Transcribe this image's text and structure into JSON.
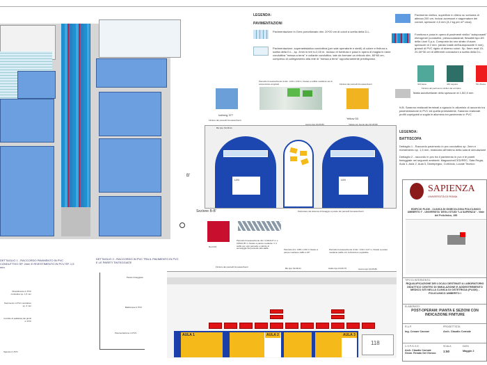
{
  "colors": {
    "room": "#6c9fe0",
    "wall": "#d6d6d6",
    "arch_blue": "#1c47b0",
    "panel_red": "#e01414",
    "yellow": "#f5b91a"
  },
  "plan": {
    "section_mark": "B'",
    "north_icon": "north-arrow-icon"
  },
  "legend": {
    "title": "LEGENDA:",
    "subtitle": "PAVIMENTAZIONI",
    "items": [
      "Pavimentazione in Gres porcellanato dim. 20*20 cm di colori a scelta della D.L.",
      "Pavimentazione, superantistatica conduttiva (per sale operatorie e simili) di colore e finitura a scelta della D.L., sp. 2mm in teli h=2,00 m. Incluso di fornitura e posa in opera di maglia in rame conduttiva \"messa a terra\" e collante conduttivo, tale da formare un reticolo dim. 60*60 cm, compreso di collegamento alla rete di \"messa a terra\" opportunamente predisposta."
    ],
    "right_items": [
      "Pavimento vinilico, superficie in rilievo su schiuma di altezza 200 cm, inclusi accessori e sagomature dei cordoli, spessore 4,5 mm (3,2 kg per m² circa)",
      "Fornitura e posa in opera di pavimenti vinilici \"autoposanti\" eterogenei (conduttivi, pressocalandrati, flessibili tipo AS della Liuni S.p.a. Composto da uno strato d'usura spessore di 2 mm. (strato totale dell'autoposante 5 mm), granuli di PVC rigido di diverso colori. Sp. 5mm reali 15-20-30*30 cm di differenti colorazioni a scelta della D.L."
    ],
    "swatches": [
      "414 Aqua",
      "410 Laguna",
      "521 Rosso"
    ],
    "swatch_caption": "Finitura del pavimento vinilico del corridoio",
    "grey_item": "Malta autolivellante dello spessore di 1,5/2,5 mm",
    "note": "N.B. Saranno realizzati terminali a sguscio in alluminio di raccordo tra pavimentazione in PVC ed quella preesistente. Saranno realizzati profili copriguinti a soglia in alluminio tra pavimento in PVC"
  },
  "battiscopa": {
    "title": "LEGENDA:",
    "subtitle": "BATTISCOPA",
    "items": [
      "Dettaglio 1 - Raccordo pavimento in pvc conduttivo sp. 2mm e rivestimento sp. 1,5 mm, realizzato all'interno della sala di simulazione",
      "Dettaglio 2 - raccordo in pvc tra il pavimento in pvc e le pareti tinteggiate nei seguenti ambienti: Magazzino/CED/REC, Sala Regia, Aula 1, Aula 2, Aula 3, Disimpegno, Corridoio, Locale Tecnico"
    ]
  },
  "section": {
    "title": "Sezione B-B'",
    "swatches": {
      "blue": "Iceberg 377",
      "yellow": "Yellow 53",
      "red": "Red 231"
    },
    "labels": {
      "finish": "Finiture dei pannelli fonoassorbenti",
      "panel_top": "Pannello fonoassorbente di dim. 0,60 x 0,60 m, fissato a soffitto mediante set di sospensione angolato",
      "finish2": "Finitura dei pannelli fonoassorbenti",
      "blu": "Blu tipo S0.48.41",
      "avorio": "Avorio tipo F0.05.80",
      "yellow_wall": "Yellow col. Avorio tipo F0.05.80",
      "fixing": "Particolare del sistema di fissaggio a parete dei pannelli fonoassorbenti",
      "lim": "LIM"
    },
    "panels": [
      "Pannello fonoassorbente dim. 0,90x0,27 m e 0,89x0,05 m, fissato a parete mediante n° 2 staffe per ogni pannello e calcolo di ancoraggio del pannello alla staffa.",
      "Pannello dim. 0,88 x 0,50 m fissato a parete mediante staffe a 90°",
      "Pannello fonoassorbente di dim. 0,90 x 0,27 m, fissato a parete mediante staffe con inclinazione regolabile"
    ]
  },
  "elevation": {
    "finish": "Finitura dei pannelli fonoassorbenti",
    "blu": "Blu tipo S0.48.41",
    "giallo": "Giallo tipo F0.05.75",
    "avorio": "Avorio tipo F0.05.80",
    "rooms": [
      "AULA 1",
      "AULA 2",
      "AULA 3"
    ],
    "ambulance": "118"
  },
  "details": {
    "d1_title": "DETTAGLIO 1 - RACCORDO PAVIMENTO IN PVC CONDUTTIVO SP. 2mm E RIVESTIMENTO IN PCV SP. 1,5 mm",
    "d1_labels": [
      "Rivestimento in PVC conduttivo sp. 1,5 mm",
      "Pavimento in PVC conduttivo sp. 2 mm",
      "Cordolo di saldatura dei giunti in PVC",
      "Sguscio in PVC"
    ],
    "d2_title": "DETTAGLIO 2 - RACCORDO IN PVC TRA IL PAVIMENTO IN PVC E LE PARETI TINTEGGIATE",
    "d2_labels": [
      "Parete tinteggiata",
      "Battiscopa in PVC",
      "Pavimentazione in PVC"
    ]
  },
  "titleblock": {
    "logo": "SAPIENZA",
    "logo_sub": "UNIVERSITÀ DI ROMA",
    "building": "EDIFICIO PL030 - CLINICA DI GINECOLOGIA POLICLINICO UMBERTO I° - UNIVERSITA' DEGLI STUDI \"LA SAPIENZA\" - Viale del Policlinico, 155",
    "type_label": "TIPO DI INTERVENTO:",
    "type": "RIQUALIFICAZIONE DEI LOCALI DESTINATI A LABORATORIO DIDATTICO CENTRO DI SIMULAZIONE E ADDESTREMENTO MEDICO SITI NELLA CLINICA DI OSTETRICIA (PL030) - POLICLINICO UMBERTO I",
    "elab_label": "ELABORATO:",
    "elab": "POST-OPERAM: PIANTA E SEZIONI CON INDICAZIONE FINITURE",
    "rup_label": "R.U.P.",
    "rup": "Ing. Cesare Cavone",
    "prog_label": "PROGETTISTA",
    "prog": "Arch. Claudio Cornale",
    "csp_label": "C.S.P./C.S.E.",
    "csp": "Arch. Claudio Cornale Geom. Renato Del Grosso",
    "scale_label": "SCALA",
    "scale": "1:50",
    "date_label": "DATA",
    "date": "Maggio 2"
  }
}
